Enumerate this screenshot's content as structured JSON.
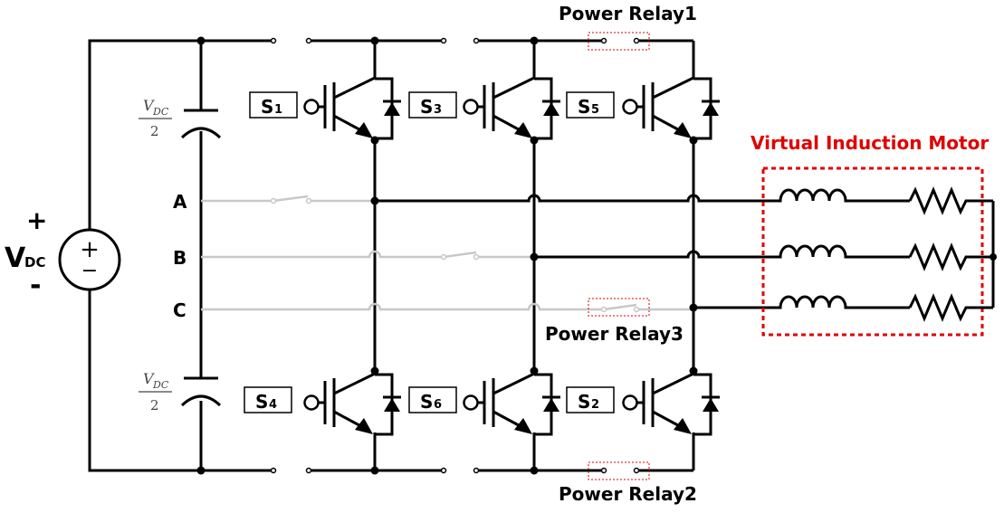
{
  "source": {
    "label_main": "V",
    "label_sub": "DC",
    "plus": "+",
    "minus": "-",
    "symbol_plus": "+",
    "symbol_minus": "−"
  },
  "capacitors": [
    {
      "num_main": "V",
      "num_sub": "DC",
      "den": "2"
    },
    {
      "num_main": "V",
      "num_sub": "DC",
      "den": "2"
    }
  ],
  "phases": [
    "A",
    "B",
    "C"
  ],
  "switches": [
    {
      "main": "S",
      "sub": "1"
    },
    {
      "main": "S",
      "sub": "3"
    },
    {
      "main": "S",
      "sub": "5"
    },
    {
      "main": "S",
      "sub": "4"
    },
    {
      "main": "S",
      "sub": "6"
    },
    {
      "main": "S",
      "sub": "2"
    }
  ],
  "relays": {
    "relay1": "Power Relay1",
    "relay2": "Power Relay2",
    "relay3": "Power Relay3"
  },
  "motor": {
    "title": "Virtual Induction Motor"
  },
  "colors": {
    "wire": "#000000",
    "inactive_wire": "#c8c8c8",
    "highlight": "#e00000"
  }
}
